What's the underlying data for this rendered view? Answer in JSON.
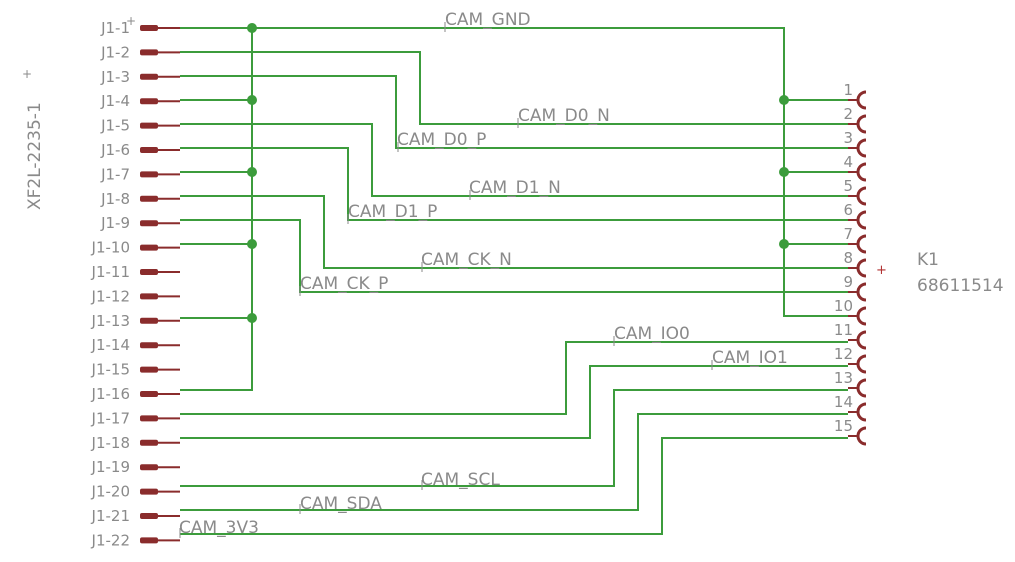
{
  "colors": {
    "wire": "#3c9c3c",
    "pin": "#8a2c2c",
    "junction": "#3c9c3c",
    "text": "#8a8a8a",
    "origin": "#b03030"
  },
  "connector_j1": {
    "name": "XF2L-2235-1",
    "pins": [
      "J1-1",
      "J1-2",
      "J1-3",
      "J1-4",
      "J1-5",
      "J1-6",
      "J1-7",
      "J1-8",
      "J1-9",
      "J1-10",
      "J1-11",
      "J1-12",
      "J1-13",
      "J1-14",
      "J1-15",
      "J1-16",
      "J1-17",
      "J1-18",
      "J1-19",
      "J1-20",
      "J1-21",
      "J1-22"
    ]
  },
  "connector_k1": {
    "name": "K1",
    "value": "68611514",
    "pins": [
      "1",
      "2",
      "3",
      "4",
      "5",
      "6",
      "7",
      "8",
      "9",
      "10",
      "11",
      "12",
      "13",
      "14",
      "15"
    ]
  },
  "nets": {
    "gnd": "CAM_GND",
    "d0n": "CAM_D0_N",
    "d0p": "CAM_D0_P",
    "d1n": "CAM_D1_N",
    "d1p": "CAM_D1_P",
    "ckn": "CAM_CK_N",
    "ckp": "CAM_CK_P",
    "io0": "CAM_IO0",
    "io1": "CAM_IO1",
    "scl": "CAM_SCL",
    "sda": "CAM_SDA",
    "v3v3": "CAM_3V3"
  }
}
